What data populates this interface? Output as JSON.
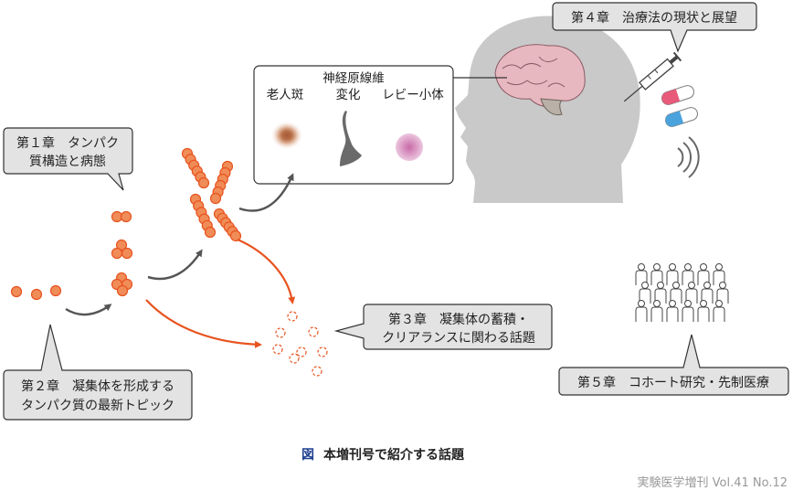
{
  "callouts": {
    "ch1": [
      "第１章　タンパク",
      "質構造と病態"
    ],
    "ch2": [
      "第２章　凝集体を形成する",
      "タンパク質の最新トピック"
    ],
    "ch3": [
      "第３章　凝集体の蓄積・",
      "クリアランスに関わる話題"
    ],
    "ch4": "第４章　治療法の現状と展望",
    "ch5": "第５章　コホート研究・先制医療"
  },
  "panel": {
    "title": "神経原線維",
    "labels": [
      "老人斑",
      "変化",
      "レビー小体"
    ]
  },
  "caption": {
    "mark": "図",
    "text": "本増刊号で紹介する話題"
  },
  "source": "実験医学増刊 Vol.41 No.12",
  "colors": {
    "protein_fill": "#f08c58",
    "protein_stroke": "#e8531f",
    "arrow_gray": "#555555",
    "arrow_orange": "#e8531f",
    "callout_fill": "#e3e3e3",
    "caption_mark": "#1d3f8f"
  }
}
